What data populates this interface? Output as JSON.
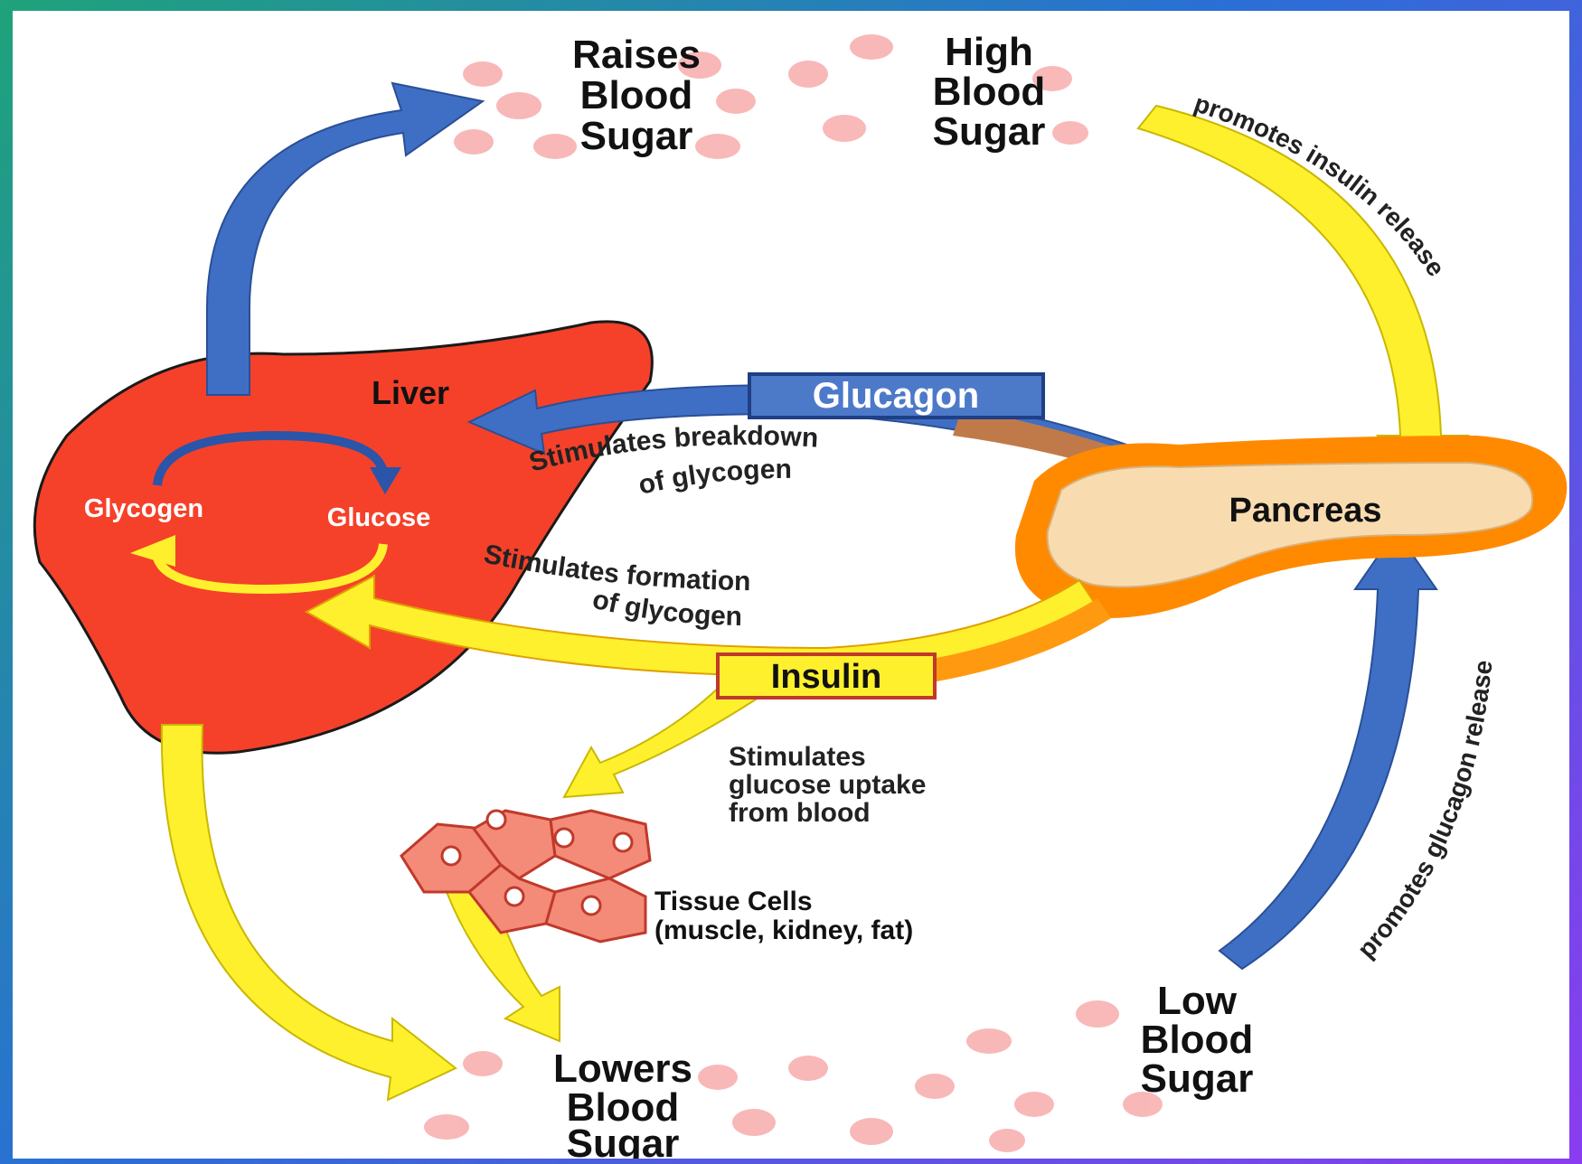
{
  "labels": {
    "raises": [
      "Raises",
      "Blood",
      "Sugar"
    ],
    "high": [
      "High",
      "Blood",
      "Sugar"
    ],
    "low": [
      "Low",
      "Blood",
      "Sugar"
    ],
    "lowers": [
      "Lowers",
      "Blood",
      "Sugar"
    ],
    "liver": "Liver",
    "glycogen": "Glycogen",
    "glucose": "Glucose",
    "pancreas": "Pancreas",
    "glucagon": "Glucagon",
    "insulin": "Insulin",
    "breakdown": [
      "Stimulates breakdown",
      "of glycogen"
    ],
    "formation": [
      "Stimulates formation",
      "of glycogen"
    ],
    "uptake": [
      "Stimulates",
      "glucose uptake",
      "from blood"
    ],
    "tissue": [
      "Tissue Cells",
      "(muscle, kidney, fat)"
    ],
    "insulin_release": "promotes insulin release",
    "glucagon_release": "promotes glucagon release"
  },
  "colors": {
    "liver": "#f5412a",
    "blue_arrow": "#3f6fc4",
    "yellow_arrow": "#fff02e",
    "pancreas_outer": "#ff8a00",
    "pancreas_inner": "#f8dcb0",
    "blood_cell": "#f7a7a7",
    "tissue": "#f48a78"
  }
}
